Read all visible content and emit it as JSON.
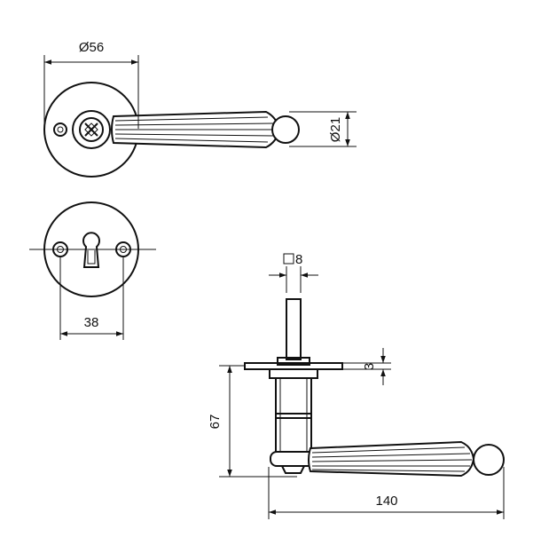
{
  "drawing": {
    "dimensions": {
      "rose_diameter": "Ø56",
      "knob_diameter": "Ø21",
      "escutcheon_hole_spacing": "38",
      "spindle_square": "8",
      "rose_thickness": "3",
      "lever_height": "67",
      "lever_length": "140"
    },
    "colors": {
      "line": "#111111",
      "background": "#ffffff"
    }
  }
}
